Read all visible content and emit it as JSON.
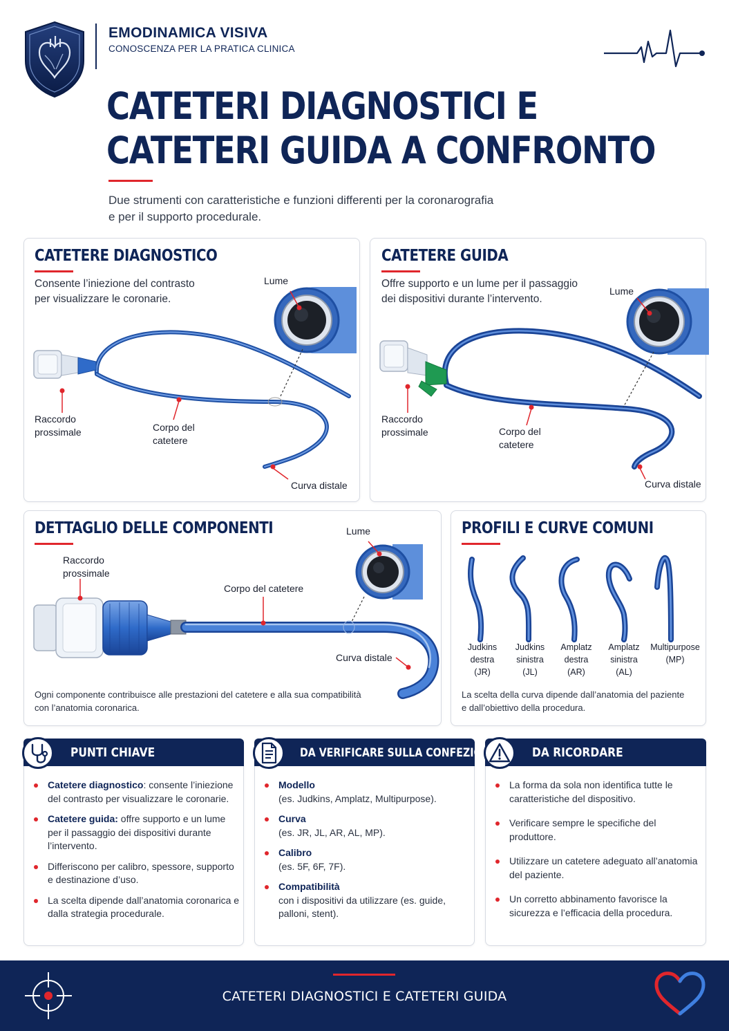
{
  "brand": {
    "name": "EMODINAMICA VISIVA",
    "tagline": "CONOSCENZA PER LA PRATICA CLINICA"
  },
  "title": {
    "line1": "CATETERI DIAGNOSTICI E",
    "line2": "CATETERI GUIDA A CONFRONTO"
  },
  "intro": {
    "line1": "Due strumenti con caratteristiche e funzioni differenti per la coronarografia",
    "line2": "e per il supporto procedurale."
  },
  "diagnostic": {
    "title": "CATETERE DIAGNOSTICO",
    "desc_line1": "Consente l’iniezione del contrasto",
    "desc_line2": "per visualizzare le coronarie.",
    "lume": "Lume",
    "hub_line1": "Raccordo",
    "hub_line2": "prossimale",
    "body_line1": "Corpo del",
    "body_line2": "catetere",
    "tip": "Curva distale"
  },
  "guide": {
    "title": "CATETERE GUIDA",
    "desc_line1": "Offre supporto e un lume per il passaggio",
    "desc_line2": "dei dispositivi durante l’intervento.",
    "lume": "Lume",
    "hub_line1": "Raccordo",
    "hub_line2": "prossimale",
    "body_line1": "Corpo del",
    "body_line2": "catetere",
    "tip": "Curva distale"
  },
  "components": {
    "title": "DETTAGLIO DELLE COMPONENTI",
    "lume": "Lume",
    "hub_line1": "Raccordo",
    "hub_line2": "prossimale",
    "body": "Corpo del catetere",
    "tip": "Curva distale",
    "note_line1": "Ogni componente contribuisce alle prestazioni del catetere e alla sua compatibilità",
    "note_line2": "con l’anatomia coronarica."
  },
  "profiles": {
    "title": "PROFILI E CURVE COMUNI",
    "items": [
      {
        "l1": "Judkins",
        "l2": "destra",
        "l3": "(JR)"
      },
      {
        "l1": "Judkins",
        "l2": "sinistra",
        "l3": "(JL)"
      },
      {
        "l1": "Amplatz",
        "l2": "destra",
        "l3": "(AR)"
      },
      {
        "l1": "Amplatz",
        "l2": "sinistra",
        "l3": "(AL)"
      },
      {
        "l1": "Multipurpose",
        "l2": "(MP)",
        "l3": ""
      }
    ],
    "note_line1": "La scelta della curva dipende dall’anatomia del paziente",
    "note_line2": "e dall’obiettivo della procedura."
  },
  "key_points": {
    "title": "PUNTI CHIAVE",
    "icon": "stethoscope-icon",
    "items": [
      {
        "bold": "Catetere diagnostico",
        "text": ": consente l’iniezione del contrasto per visualizzare le coronarie."
      },
      {
        "bold": "Catetere guida:",
        "text": " offre supporto e un lume per il passaggio dei dispositivi durante l’intervento."
      },
      {
        "bold": "",
        "text": "Differiscono per calibro, spessore, supporto e destinazione d’uso."
      },
      {
        "bold": "",
        "text": "La scelta dipende dall’anatomia coronarica e dalla strategia procedurale."
      }
    ]
  },
  "package": {
    "title": "DA VERIFICARE SULLA CONFEZIONE",
    "icon": "document-icon",
    "items": [
      {
        "bold": "Modello",
        "text": "(es. Judkins, Amplatz, Multipurpose)."
      },
      {
        "bold": "Curva",
        "text": "(es. JR, JL, AR, AL, MP)."
      },
      {
        "bold": "Calibro",
        "text": "(es. 5F, 6F, 7F)."
      },
      {
        "bold": "Compatibilità",
        "text": "con i dispositivi da utilizzare (es. guide, palloni, stent)."
      }
    ]
  },
  "remember": {
    "title": "DA RICORDARE",
    "icon": "warning-icon",
    "items": [
      "La forma da sola non identifica tutte le caratteristiche del dispositivo.",
      "Verificare sempre le specifiche del produttore.",
      "Utilizzare un catetere adeguato all’anatomia del paziente.",
      "Un corretto abbinamento favorisce la sicurezza e l’efficacia della procedura."
    ]
  },
  "footer": {
    "text": "CATETERI DIAGNOSTICI E CATETERI GUIDA"
  },
  "colors": {
    "navy": "#0f2557",
    "red": "#e0262c",
    "catheter_blue": "#2f6bc9",
    "hub_green": "#1f9a52"
  }
}
